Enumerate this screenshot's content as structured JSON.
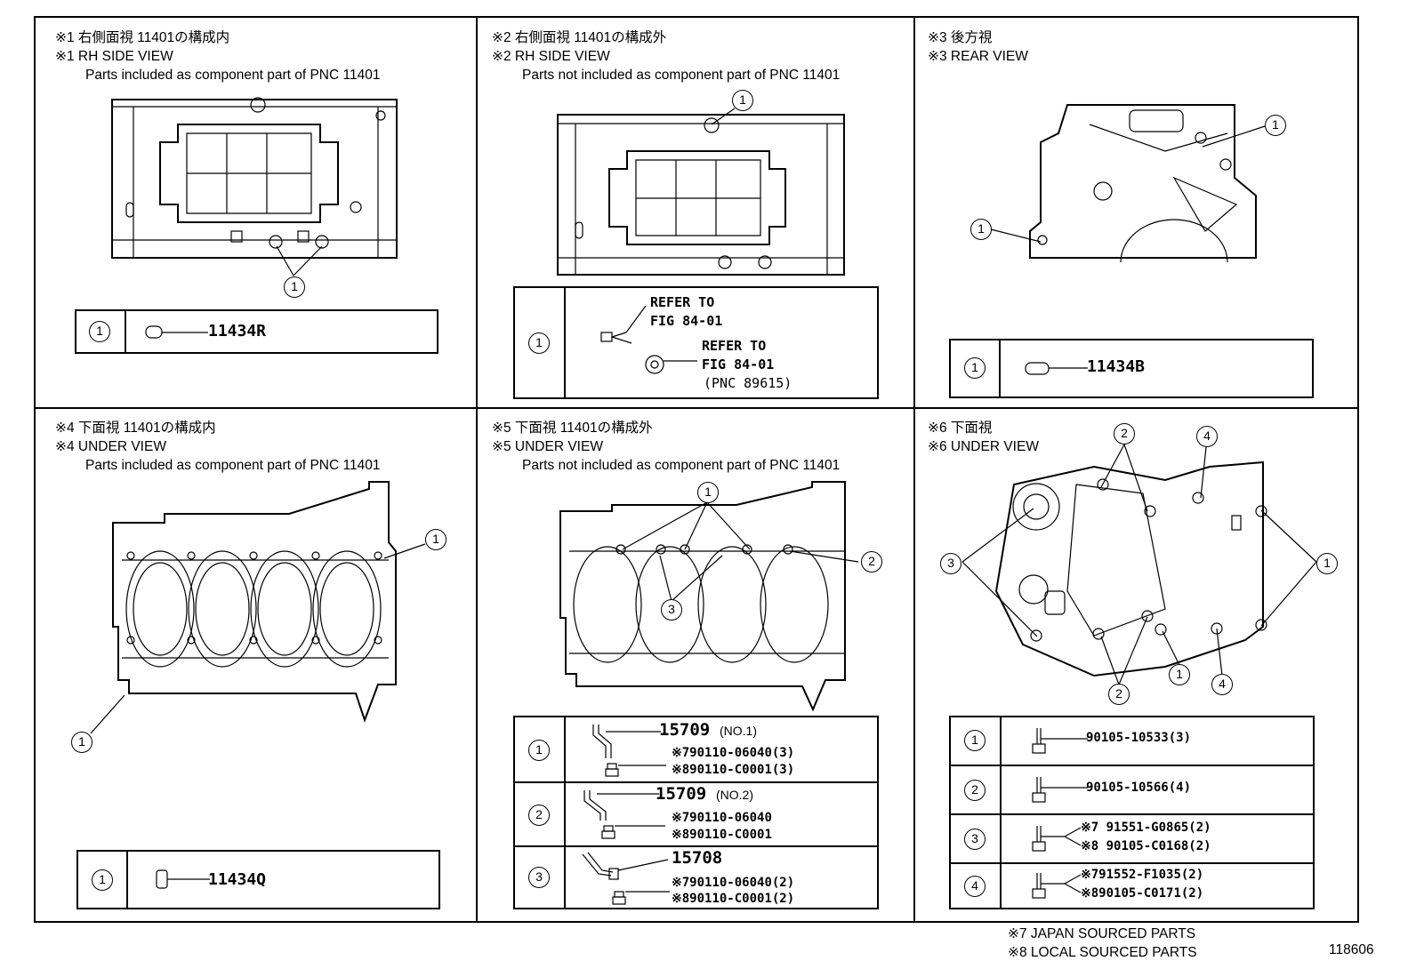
{
  "panels": [
    {
      "id": 1,
      "header_jp": "※1 右側面視 11401の構成内",
      "header_en": "※1 RH SIDE VIEW",
      "header_sub": "Parts included as component part of PNC 11401",
      "rows": [
        {
          "callout": "1",
          "part": "11434R"
        }
      ]
    },
    {
      "id": 2,
      "header_jp": "※2 右側面視 11401の構成外",
      "header_en": "※2 RH SIDE VIEW",
      "header_sub": "Parts not included as component part of PNC 11401",
      "rows": [
        {
          "callout": "1",
          "refer_a": "REFER TO",
          "refer_a2": "FIG 84-01",
          "refer_b": "REFER TO",
          "refer_b2": "FIG 84-01",
          "refer_b3": "(PNC 89615)"
        }
      ]
    },
    {
      "id": 3,
      "header_jp": "※3 後方視",
      "header_en": "※3 REAR VIEW",
      "rows": [
        {
          "callout": "1",
          "part": "11434B"
        }
      ]
    },
    {
      "id": 4,
      "header_jp": "※4 下面視 11401の構成内",
      "header_en": "※4 UNDER VIEW",
      "header_sub": "Parts included as component part of PNC 11401",
      "rows": [
        {
          "callout": "1",
          "part": "11434Q"
        }
      ]
    },
    {
      "id": 5,
      "header_jp": "※5 下面視 11401の構成外",
      "header_en": "※5 UNDER VIEW",
      "header_sub": "Parts not included as component part of PNC 11401",
      "rows": [
        {
          "callout": "1",
          "part": "15709",
          "suffix": "(NO.1)",
          "l1": "※790110-06040(3)",
          "l2": "※890110-C0001(3)"
        },
        {
          "callout": "2",
          "part": "15709",
          "suffix": "(NO.2)",
          "l1": "※790110-06040",
          "l2": "※890110-C0001"
        },
        {
          "callout": "3",
          "part": "15708",
          "suffix": "",
          "l1": "※790110-06040(2)",
          "l2": "※890110-C0001(2)"
        }
      ]
    },
    {
      "id": 6,
      "header_jp": "※6 下面視",
      "header_en": "※6 UNDER VIEW",
      "rows": [
        {
          "callout": "1",
          "l1": "90105-10533(3)"
        },
        {
          "callout": "2",
          "l1": "90105-10566(4)"
        },
        {
          "callout": "3",
          "l1": "※7 91551-G0865(2)",
          "l2": "※8 90105-C0168(2)"
        },
        {
          "callout": "4",
          "l1": "※791552-F1035(2)",
          "l2": "※890105-C0171(2)"
        }
      ]
    }
  ],
  "callouts": {
    "one": "1",
    "two": "2",
    "three": "3",
    "four": "4"
  },
  "footnotes": {
    "n7": "※7 JAPAN SOURCED PARTS",
    "n8": "※8 LOCAL SOURCED PARTS"
  },
  "figure_number": "118606"
}
